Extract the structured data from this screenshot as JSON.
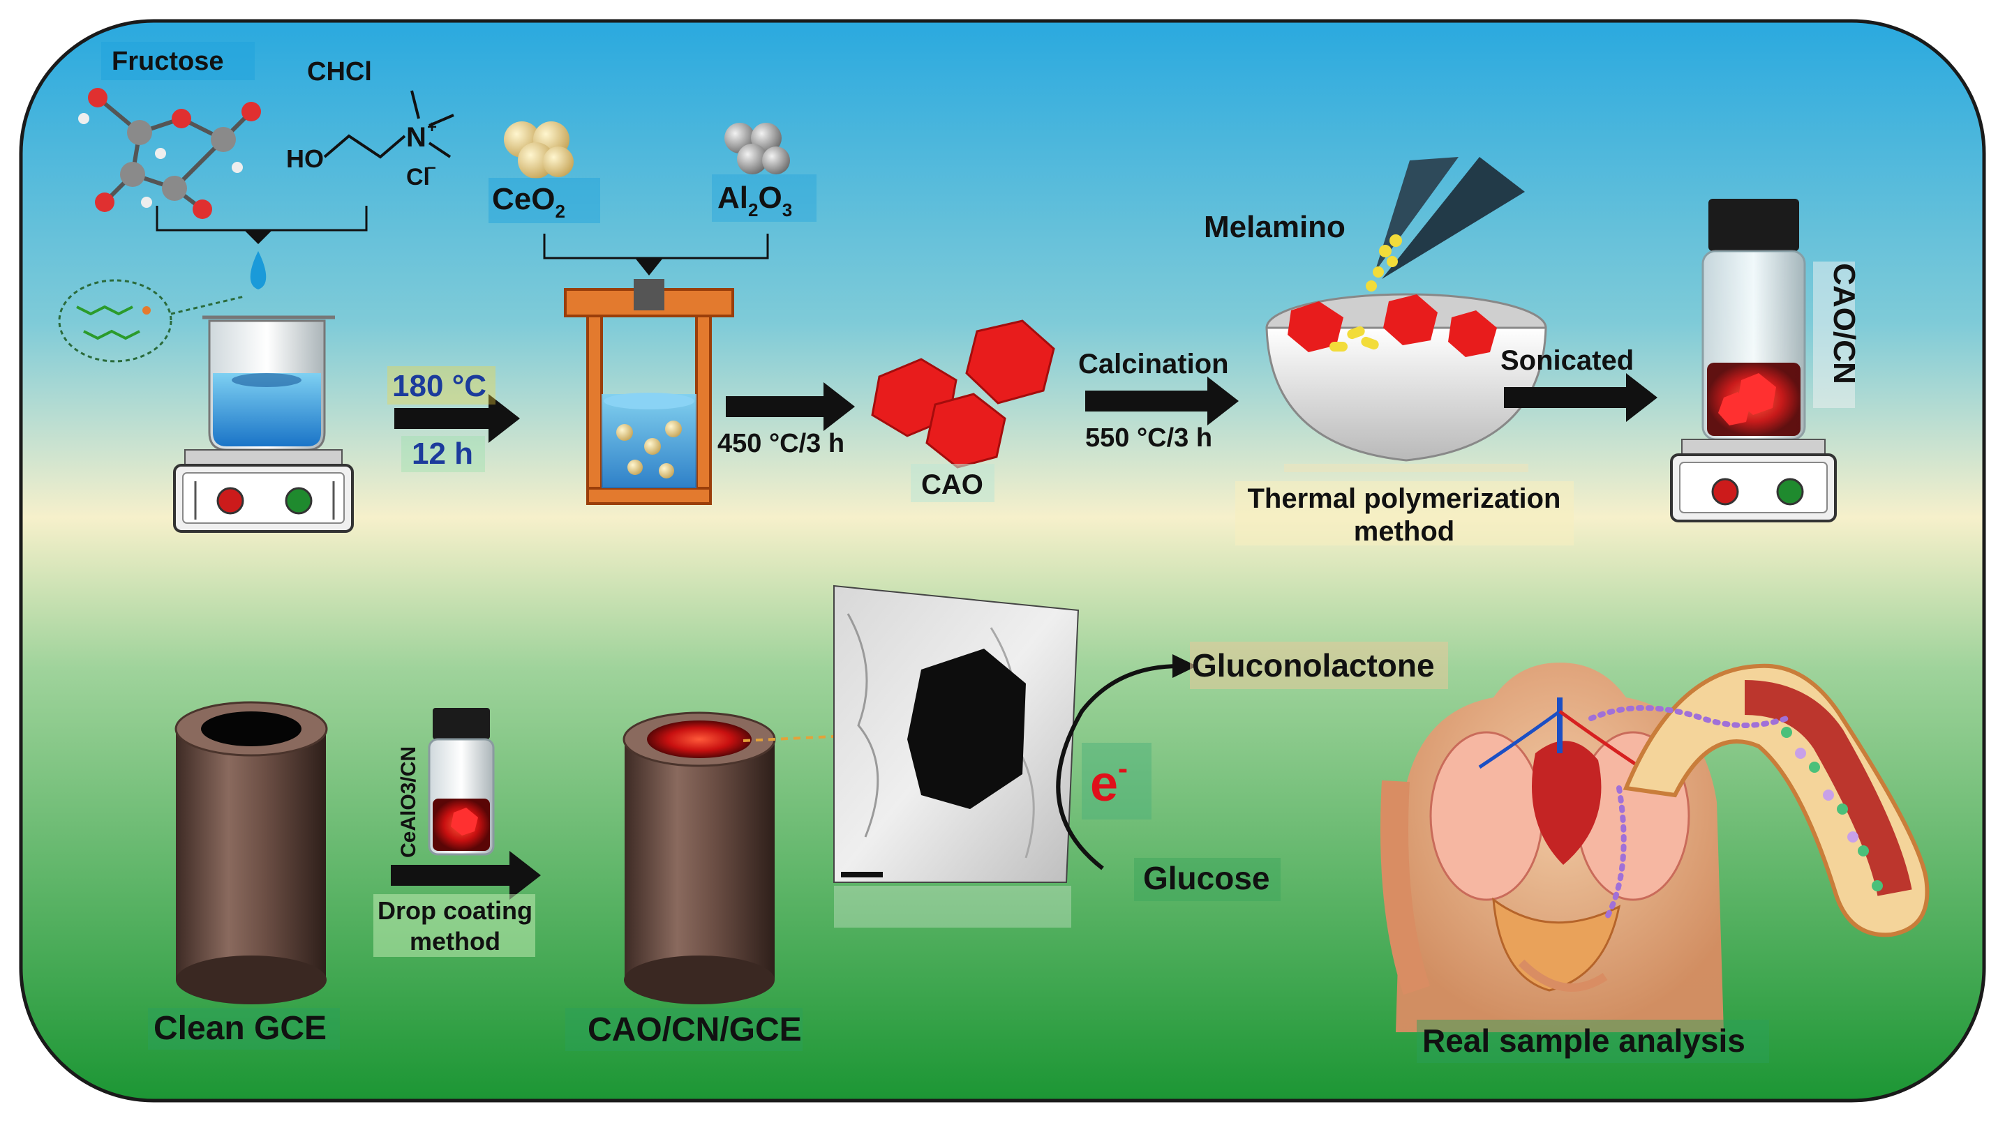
{
  "labels": {
    "fructose": "Fructose",
    "chcl": "CHCl",
    "ho": "HO",
    "n_plus": "N",
    "cl_minus": "Cl",
    "ceo2_base": "CeO",
    "ceo2_sub": "2",
    "al2o3_al": "Al",
    "al2o3_sub1": "2",
    "al2o3_o": "O",
    "al2o3_sub2": "3",
    "temp1": "180 °C",
    "time1": "12 h",
    "step450": "450 °C/3 h",
    "cao": "CAO",
    "calcination": "Calcination",
    "step550": "550 °C/3 h",
    "melamino": "Melamino",
    "thermal1": "Thermal polymerization",
    "thermal2": "method",
    "sonicated": "Sonicated",
    "cao_cn": "CAO/CN",
    "vial_label": "CeAlO3/CN",
    "drop1": "Drop coating",
    "drop2": "method",
    "clean_gce": "Clean GCE",
    "cao_cn_gce": "CAO/CN/GCE",
    "gluconolactone": "Gluconolactone",
    "electron": "e",
    "electron_sup": "-",
    "glucose": "Glucose",
    "real_sample": "Real sample analysis"
  },
  "colors": {
    "frame_border": "#1a1a1a",
    "bg_top": "#1aa6e0",
    "bg_mid": "#f4efc8",
    "bg_bottom": "#1f9a3a",
    "arrow": "#111111",
    "crystal_red": "#e81c1c",
    "temp_blue": "#1b3b9c",
    "electron_red": "#e0101a",
    "electrode_brown": "#6b4e44"
  }
}
